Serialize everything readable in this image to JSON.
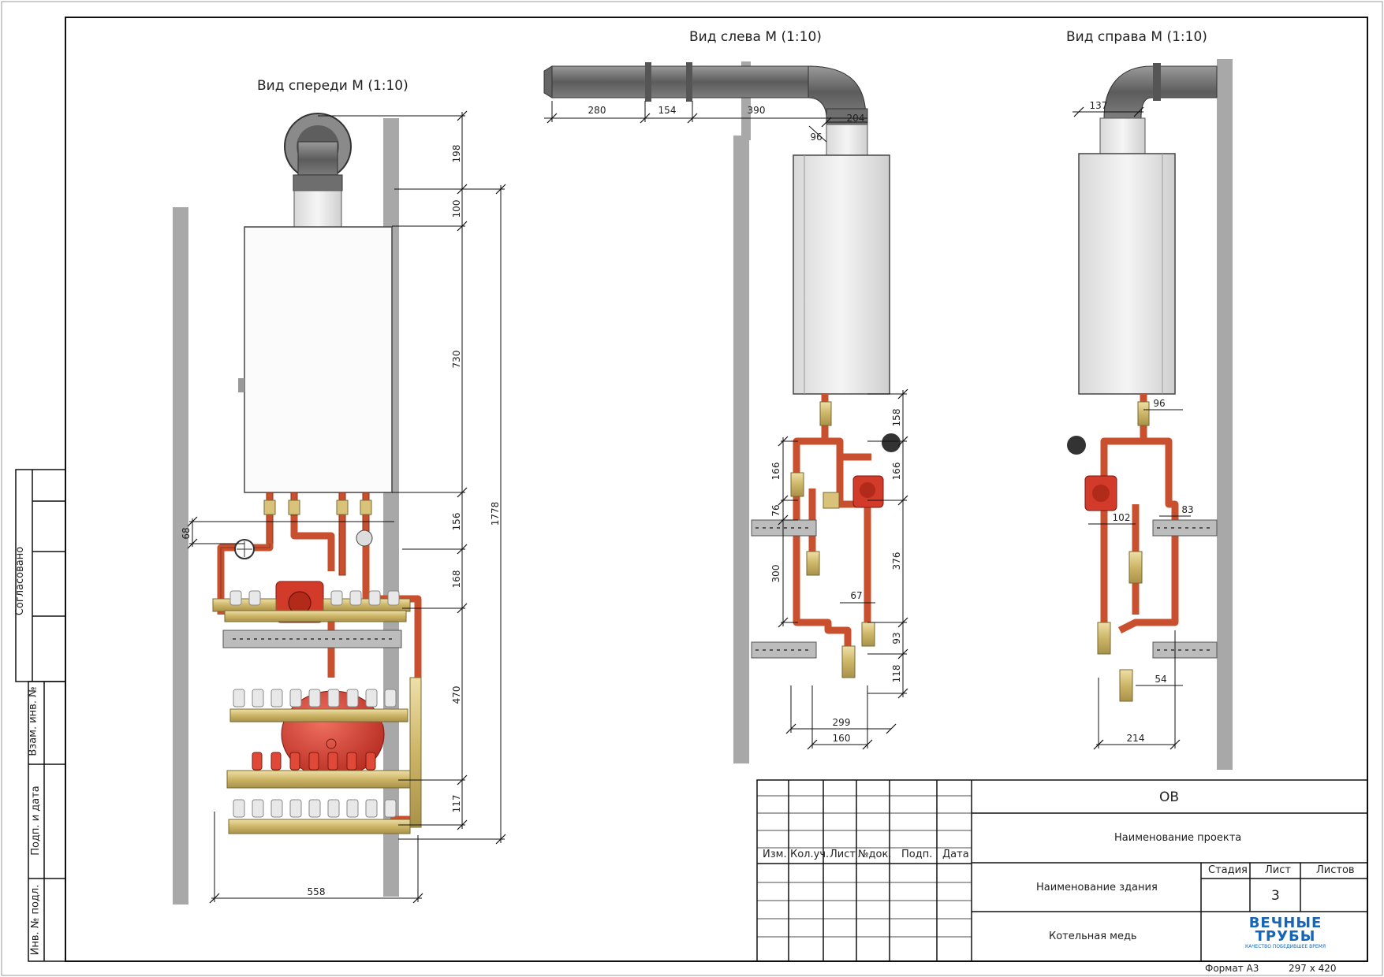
{
  "views": {
    "front": "Вид спереди М (1:10)",
    "left": "Вид слева М (1:10)",
    "right": "Вид справа М (1:10)"
  },
  "dims": {
    "front": {
      "d198": "198",
      "d100": "100",
      "d730": "730",
      "d156": "156",
      "d168": "168",
      "d470": "470",
      "d117": "117",
      "d1778": "1778",
      "d68": "68",
      "d558": "558"
    },
    "left": {
      "d280": "280",
      "d154": "154",
      "d390": "390",
      "d204": "204",
      "d96": "96",
      "d158": "158",
      "d166a": "166",
      "d166b": "166",
      "d76": "76",
      "d300": "300",
      "d376": "376",
      "d67": "67",
      "d93": "93",
      "d118": "118",
      "d299": "299",
      "d160": "160"
    },
    "right": {
      "d137": "137",
      "d96": "96",
      "d83": "83",
      "d102": "102",
      "d54": "54",
      "d214": "214"
    }
  },
  "stamp": {
    "approved": "Согласовано",
    "inv_replace": "Взам. инв. №",
    "sign_date": "Подп. и дата",
    "inv_orig": "Инв. № подл."
  },
  "title_block": {
    "code": "ОВ",
    "project_name": "Наименование проекта",
    "building_name": "Наименование здания",
    "drawing_name": "Котельная медь",
    "col_headers": [
      "Изм.",
      "Кол.уч.",
      "Лист",
      "№док.",
      "Подп.",
      "Дата"
    ],
    "stage_label": "Стадия",
    "sheet_label": "Лист",
    "sheets_label": "Листов",
    "sheet_value": "3",
    "logo_line1": "ВЕЧНЫЕ",
    "logo_line2": "ТРУБЫ",
    "logo_tagline": "КАЧЕСТВО ПОБЕДИВШЕЕ ВРЕМЯ",
    "format": "Формат А3",
    "size": "297 х 420"
  },
  "colors": {
    "pipe": "#c9502e",
    "pipe_dark": "#8f3218",
    "brass": "#d9c27a",
    "pump": "#d23a2a",
    "tank": "#d63a2e",
    "wall": "#a8a8a8",
    "flue": "#6a6a6a",
    "logo": "#1565b8"
  }
}
